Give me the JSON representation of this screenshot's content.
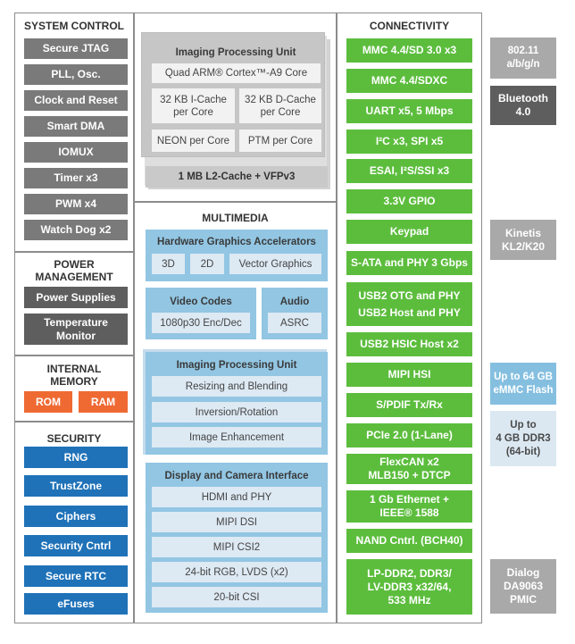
{
  "system_control": {
    "title": "SYSTEM CONTROL",
    "items": [
      "Secure JTAG",
      "PLL, Osc.",
      "Clock and Reset",
      "Smart DMA",
      "IOMUX",
      "Timer x3",
      "PWM x4",
      "Watch Dog x2"
    ]
  },
  "power_management": {
    "title_line1": "POWER",
    "title_line2": "MANAGEMENT",
    "items": [
      "Power Supplies",
      "Temperature Monitor"
    ]
  },
  "internal_memory": {
    "title_line1": "INTERNAL",
    "title_line2": "MEMORY",
    "items": [
      "ROM",
      "RAM"
    ]
  },
  "security": {
    "title": "SECURITY",
    "items": [
      "RNG",
      "TrustZone",
      "Ciphers",
      "Security Cntrl",
      "Secure RTC",
      "eFuses"
    ]
  },
  "imaging_unit_top": {
    "title": "Imaging Processing Unit",
    "core": "Quad ARM® Cortex™-A9 Core",
    "icache": "32 KB I-Cache per Core",
    "dcache": "32 KB D-Cache per Core",
    "neon": "NEON per Core",
    "ptm": "PTM per Core",
    "l2": "1 MB L2-Cache + VFPv3"
  },
  "multimedia": {
    "title": "MULTIMEDIA",
    "graphics": {
      "title": "Hardware Graphics Accelerators",
      "items": [
        "3D",
        "2D",
        "Vector Graphics"
      ]
    },
    "video": {
      "title": "Video Codes",
      "item": "1080p30 Enc/Dec"
    },
    "audio": {
      "title": "Audio",
      "item": "ASRC"
    },
    "ipu": {
      "title": "Imaging Processing Unit",
      "items": [
        "Resizing and Blending",
        "Inversion/Rotation",
        "Image Enhancement"
      ]
    },
    "display": {
      "title": "Display and Camera Interface",
      "items": [
        "HDMI and PHY",
        "MIPI DSI",
        "MIPI CSI2",
        "24-bit RGB, LVDS (x2)",
        "20-bit CSI"
      ]
    }
  },
  "connectivity": {
    "title": "CONNECTIVITY",
    "items": [
      "MMC 4.4/SD 3.0 x3",
      "MMC 4.4/SDXC",
      "UART x5, 5 Mbps",
      "I²C x3, SPI x5",
      "ESAI, I²S/SSI x3",
      "3.3V GPIO",
      "Keypad",
      "S-ATA and PHY 3 Gbps",
      "USB2 OTG and PHY\nUSB2 Host and PHY",
      "USB2 HSIC Host x2",
      "MIPI HSI",
      "S/PDIF Tx/Rx",
      "PCIe 2.0 (1-Lane)",
      "FlexCAN x2\nMLB150 + DTCP",
      "1 Gb Ethernet +\nIEEE® 1588",
      "NAND Cntrl. (BCH40)",
      "LP-DDR2, DDR3/\nLV-DDR3 x32/64,\n533 MHz"
    ]
  },
  "external": {
    "wifi": "802.11\na/b/g/n",
    "bluetooth": "Bluetooth\n4.0",
    "kinetis": "Kinetis\nKL2/K20",
    "emmc": "Up to 64 GB\neMMC Flash",
    "ddr3": "Up to\n4 GB DDR3\n(64-bit)",
    "pmic": "Dialog\nDA9063\nPMIC"
  },
  "colors": {
    "gray_block": "#7a7a7a",
    "dark_gray_block": "#5e5e5e",
    "orange_block": "#ef6a33",
    "blue_block": "#1f72b8",
    "green_block": "#5cbd3d",
    "light_gray_block": "#a9a9a9",
    "light_blue_block": "#85bfe0",
    "pale_blue_block": "#dbe8f2"
  }
}
